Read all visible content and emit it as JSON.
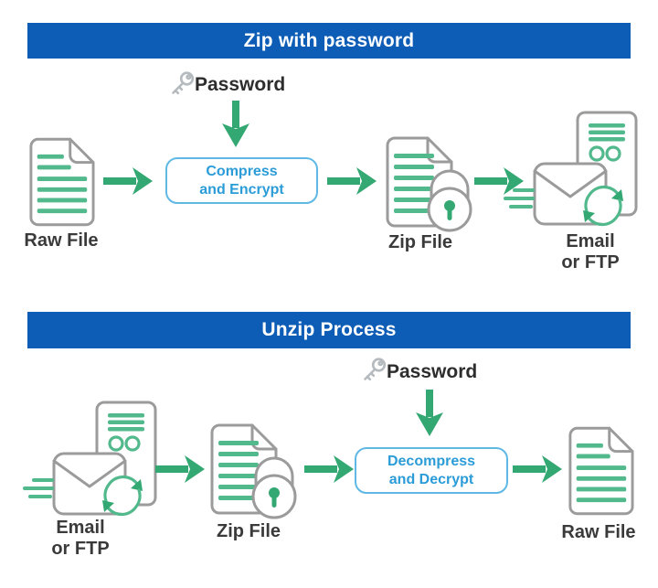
{
  "colors": {
    "banner_blue": "#0d5cb6",
    "arrow_green": "#34a873",
    "line_green": "#52b98c",
    "box_border": "#5fb9e4",
    "box_text": "#2b9cd8",
    "outline_gray": "#9b9b9b",
    "key_gray": "#b5babe",
    "label_dark": "#3a3a3a"
  },
  "zip_section": {
    "title": "Zip with password",
    "password_label": "Password",
    "raw_file_label": "Raw File",
    "process": {
      "line1": "Compress",
      "line2": "and Encrypt"
    },
    "zip_file_label": "Zip File",
    "destination": {
      "line1": "Email",
      "line2": "or FTP"
    }
  },
  "unzip_section": {
    "title": "Unzip Process",
    "password_label": "Password",
    "source": {
      "line1": "Email",
      "line2": "or FTP"
    },
    "zip_file_label": "Zip File",
    "process": {
      "line1": "Decompress",
      "line2": "and Decrypt"
    },
    "raw_file_label": "Raw File"
  }
}
